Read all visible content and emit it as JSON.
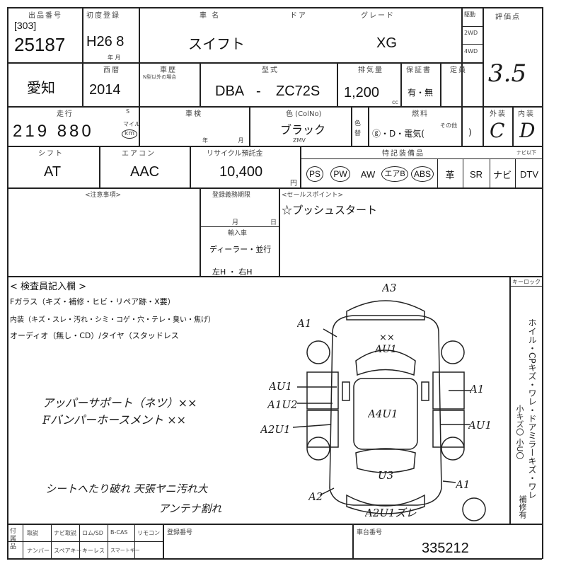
{
  "header": {
    "lot_label": "出品番号",
    "lot_code": "[303]",
    "lot_number": "25187",
    "first_reg_label": "初度登録",
    "first_reg_value": "H26 8",
    "first_reg_unit": "年 月",
    "car_name_label": "車 名",
    "door_label": "ドア",
    "grade_label": "グレード",
    "car_name": "スイフト",
    "grade": "XG",
    "drive_label": "駆動",
    "drive_2wd": "2WD",
    "drive_4wd": "4WD",
    "score_label": "評価点",
    "score": "3.5"
  },
  "row2": {
    "pref": "愛知",
    "year_label": "西暦",
    "year": "2014",
    "shaken_label": "車歴",
    "shaken_sub": "N型以外の場合",
    "model_label": "型式",
    "model_prefix": "DBA",
    "model_dash": "-",
    "model_code": "ZC72S",
    "disp_label": "排気量",
    "displacement": "1,200",
    "disp_unit": "cc",
    "warranty_label": "保証書",
    "warranty_value": "有・無",
    "capacity_label": "定員"
  },
  "row3": {
    "mileage_label": "走行",
    "mileage_s": "S",
    "mileage_value": "219 880",
    "mileage_unit_mile": "マイル",
    "mileage_unit_km": "km",
    "inspection_label": "車検",
    "inspection_unit": "年 月",
    "color_label": "色 (ColNo)",
    "color_value": "ブラック",
    "color_code": "ZMV",
    "color_change_label": "色替",
    "fuel_label": "燃料",
    "fuel_value": "ⓖ・D・電気(",
    "fuel_other": "その他",
    "fuel_close": ")",
    "exterior_label": "外装",
    "exterior_grade": "C",
    "interior_label": "内装",
    "interior_grade": "D"
  },
  "row4": {
    "shift_label": "シフト",
    "shift": "AT",
    "ac_label": "エアコン",
    "ac": "AAC",
    "recycle_label": "リサイクル預託金",
    "recycle": "10,400",
    "recycle_unit": "円",
    "equip_label": "特記装備品",
    "equip_label_right": "ナビ以下",
    "options": [
      "PS",
      "PW",
      "AW",
      "エアB",
      "ABS",
      "革",
      "SR",
      "ナビ",
      "DTV"
    ],
    "options_circled": [
      "PS",
      "PW",
      "エアB",
      "ABS"
    ]
  },
  "notes": {
    "notes_label": "<注意事項>",
    "deadline_label": "登録義務期限",
    "month_label": "月",
    "day_label": "日",
    "import_label": "輸入車",
    "import_value": "ディーラー・並行",
    "handle_value": "左H ・ 右H",
    "sales_label": "<セールスポイント>",
    "sales_point": "☆プッシュスタート"
  },
  "inspector": {
    "title": "< 検査員記入欄 >",
    "glass_line": "Fガラス（キズ・補修・ヒビ・リペア跡・X要）",
    "interior_line": "内装（キズ・スレ・汚れ・シミ・コゲ・穴・テレ・臭い・焦げ）",
    "audio_line": "オーディオ（無し・CD）/タイヤ（スタッドレス",
    "keylock_label": "キーロック",
    "side_label": "ホイル・CPキズ・ワレ・ドアミラーキズ・ワレ",
    "side_small": "小キズ〇 小U〇",
    "repair_label": "補修有",
    "handwritten_1": "アッパーサポート（ネツ）××",
    "handwritten_2": "Fバンパーホースメント ××",
    "handwritten_3": "シートへたり破れ 天張ヤニ汚れ大",
    "handwritten_4": "アンテナ割れ"
  },
  "diagram": {
    "marks": [
      {
        "id": "front",
        "text": "A3"
      },
      {
        "id": "hood",
        "text": "××"
      },
      {
        "id": "hood2",
        "text": "AU1"
      },
      {
        "id": "fl-fender",
        "text": "A1"
      },
      {
        "id": "l-door-f",
        "text": "AU1"
      },
      {
        "id": "l-door-r",
        "text": "A1U2"
      },
      {
        "id": "l-rocker",
        "text": "A2U1"
      },
      {
        "id": "roof",
        "text": "A4U1"
      },
      {
        "id": "r-door-f",
        "text": "A1"
      },
      {
        "id": "r-door-r",
        "text": "AU1"
      },
      {
        "id": "trunk",
        "text": "U3"
      },
      {
        "id": "rl-quarter",
        "text": "A2"
      },
      {
        "id": "rr-quarter",
        "text": "A1"
      },
      {
        "id": "rear",
        "text": "A2U1ズレ"
      }
    ]
  },
  "footer": {
    "accessories_label": "付属品",
    "manual": "取説",
    "warranty": "ナビ取説",
    "rom": "ロム/SD",
    "bcas": "B-CAS",
    "remote": "リモコン",
    "number": "ナンバー",
    "spare": "スペアキー",
    "keyless": "キーレス",
    "smartkey": "スマートキー",
    "reg_no_label": "登録番号",
    "chassis_label": "車台番号",
    "chassis": "335212"
  }
}
